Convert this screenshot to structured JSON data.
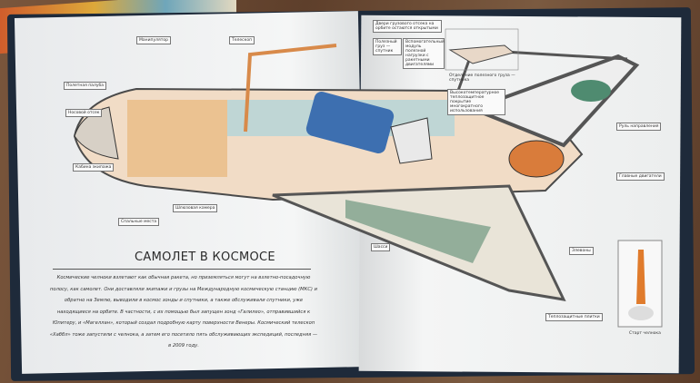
{
  "title": "САМОЛЕТ В КОСМОСЕ",
  "paragraph": "Космические челноки взлетают как обычная ракета, но приземляться могут на взлетно-посадочную полосу, как самолет. Они доставляли экипажи и грузы на Международную космическую станцию (МКС) и обратно на Землю, выводили в космос зонды и спутники, а также обслуживали спутники, уже находящиеся на орбите. В частности, с их помощью был запущен зонд «Галилео», отправившийся к Юпитеру, и «Магеллан», который создал подробную карту поверхности Венеры. Космический телескоп «Хаббл» тоже запустили с челнока, а затем его посетило пять обслуживающих экспедиций, последняя — в 2009 году.",
  "labels": [
    "Манипулятор",
    "Телескоп",
    "Кабина экипажа",
    "Полетная палуба",
    "Шлюзовая камера",
    "Спальные места",
    "Полезный груз — спутник",
    "Двери грузового отсека на орбите остаются открытыми",
    "Вспомогательный модуль полезной нагрузки с ракетными двигателями",
    "Отделение полезного груза — спутника",
    "Высокотемпературное теплозащитное покрытие многократного использования",
    "Руль направления",
    "Главные двигатели",
    "Элевоны",
    "Теплозащитные плитки",
    "Старт челнока",
    "Носовой отсек",
    "Шасси"
  ]
}
